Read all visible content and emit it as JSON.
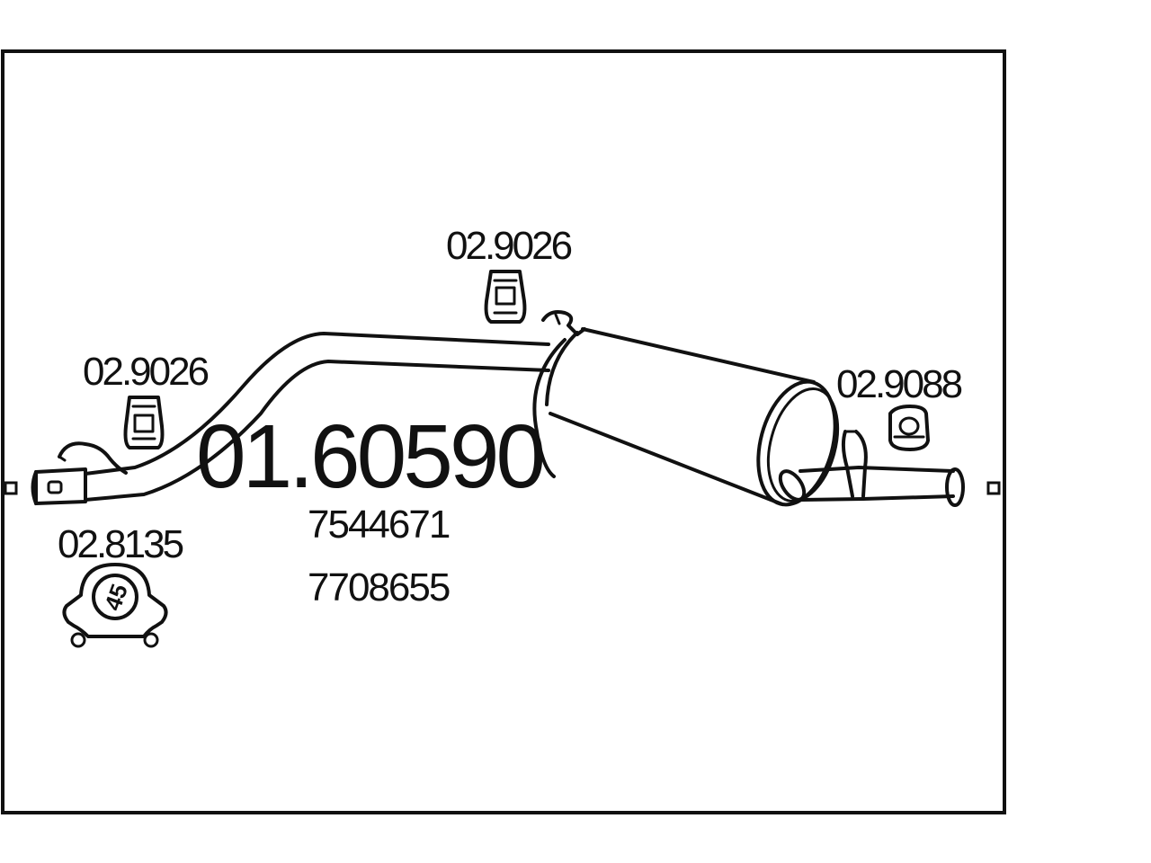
{
  "main_part_number": "01.60590",
  "oem_numbers": [
    "7544671",
    "7708655"
  ],
  "accessories": [
    {
      "number": "02.9026",
      "type": "rubber-mount"
    },
    {
      "number": "02.9026",
      "type": "rubber-mount"
    },
    {
      "number": "02.9088",
      "type": "rubber-mount"
    },
    {
      "number": "02.8135",
      "type": "pipe-clamp",
      "size": "45"
    }
  ]
}
